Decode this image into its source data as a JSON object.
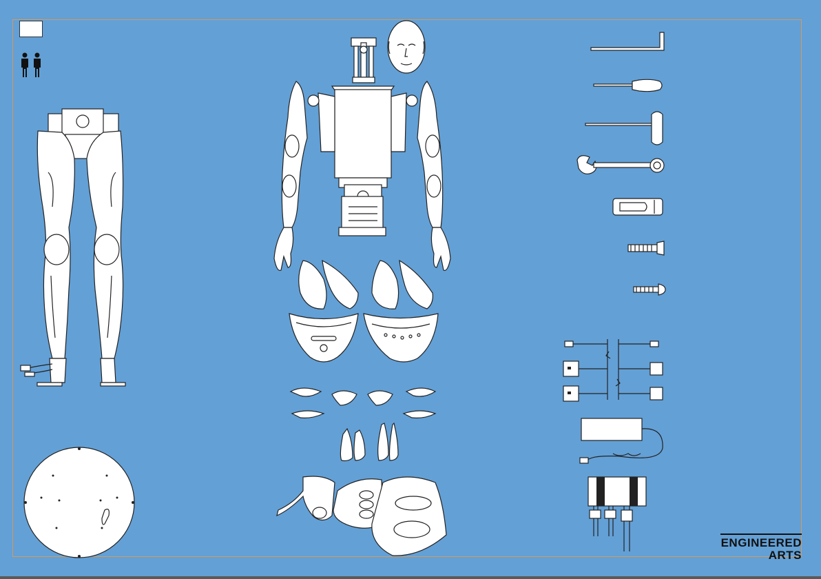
{
  "logo": {
    "line1": "ENGINEERED",
    "line2": "ARTS"
  },
  "people_count": 2,
  "colors": {
    "background": "#63a0d6",
    "frame": "#d49a5a",
    "part_fill": "#ffffff",
    "outline": "#222222"
  },
  "icons": [
    "two-person-icon",
    "allen-key-icon",
    "screwdriver-icon",
    "t-handle-hex-key-icon",
    "combination-wrench-icon",
    "bracket-icon",
    "countersunk-screw-icon",
    "button-head-screw-icon",
    "ethernet-cable-icon",
    "power-cable-icon",
    "power-supply-icon",
    "power-distribution-icon"
  ]
}
